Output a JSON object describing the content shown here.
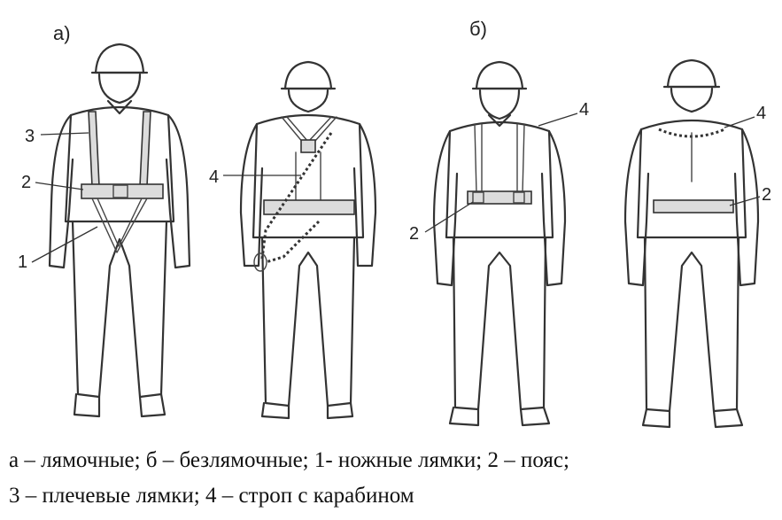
{
  "panels": {
    "a_label": "а)",
    "b_label": "б)"
  },
  "callouts": {
    "fig1": {
      "c3": "3",
      "c2": "2",
      "c1": "1"
    },
    "fig2": {
      "c4": "4"
    },
    "fig3": {
      "c4": "4",
      "c2": "2"
    },
    "fig4": {
      "c4": "4",
      "c2": "2"
    }
  },
  "caption": {
    "line1": "а – лямочные; б – безлямочные; 1- ножные лямки; 2 – пояс;",
    "line2": "3 – плечевые лямки; 4 – строп с карабином"
  }
}
